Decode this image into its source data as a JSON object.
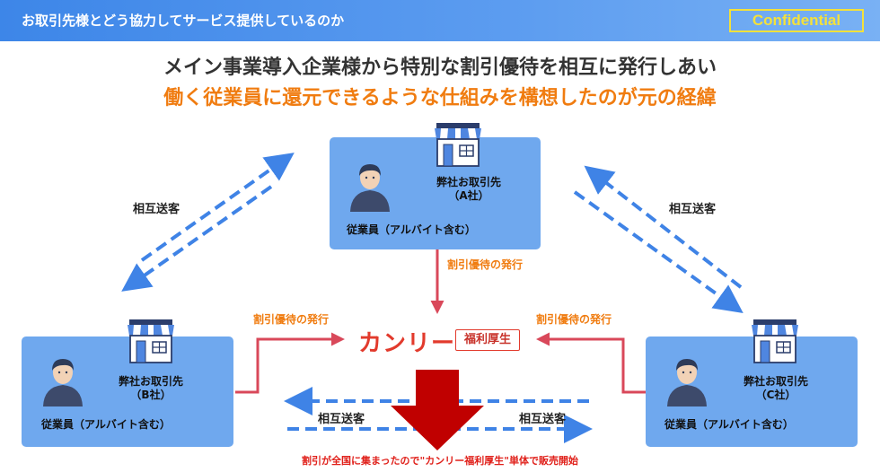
{
  "header": {
    "title": "お取引先様とどう協力してサービス提供しているのか",
    "badge": "Confidential"
  },
  "headline": {
    "line1": "メイン事業導入企業様から特別な割引優待を相互に発行しあい",
    "line2": "働く従業員に還元できるような仕組みを構想したのが元の経緯"
  },
  "partners": {
    "a": {
      "name": "弊社お取引先",
      "company": "（A社）",
      "employee": "従業員（アルバイト含む）"
    },
    "b": {
      "name": "弊社お取引先",
      "company": "（B社）",
      "employee": "従業員（アルバイト含む）"
    },
    "c": {
      "name": "弊社お取引先",
      "company": "（C社）",
      "employee": "従業員（アルバイト含む）"
    }
  },
  "labels": {
    "mutual_left": "相互送客",
    "mutual_right": "相互送客",
    "mutual_bottom_left": "相互送客",
    "mutual_bottom_right": "相互送客",
    "issue_a": "割引優待の発行",
    "issue_b": "割引優待の発行",
    "issue_c": "割引優待の発行"
  },
  "logo": {
    "name": "カンリー",
    "sub": "福利厚生"
  },
  "bottom_note": "割引が全国に集まったので\"カンリー福利厚生\"単体で販売開始",
  "colors": {
    "header": "#3d86e8",
    "panel": "#6fa8ee",
    "accent_orange": "#f07c10",
    "arrow_red": "#d9485a",
    "dashed_blue": "#3f83e6",
    "big_arrow": "#c00000"
  }
}
